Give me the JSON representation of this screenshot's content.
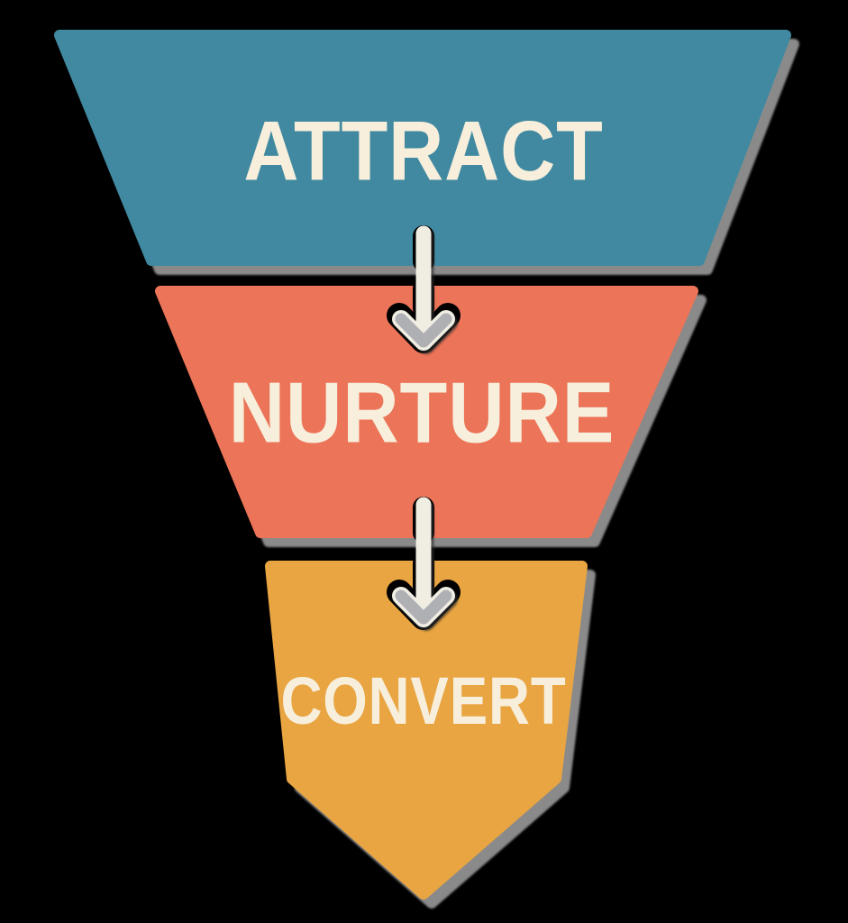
{
  "diagram": {
    "type": "funnel",
    "background_color": "#000000",
    "text_color": "#F7EFDC",
    "shadow_color": "#8A8A8A",
    "arrow_body_color": "#AEB0B4",
    "arrow_outline_color": "#F0EDE3",
    "stages": [
      {
        "label": "ATTRACT",
        "color": "#4189A0"
      },
      {
        "label": "NURTURE",
        "color": "#EC7458"
      },
      {
        "label": "CONVERT",
        "color": "#E9A541"
      }
    ],
    "connectors": [
      {
        "icon": "down-arrow-icon"
      },
      {
        "icon": "down-arrow-icon"
      }
    ]
  }
}
